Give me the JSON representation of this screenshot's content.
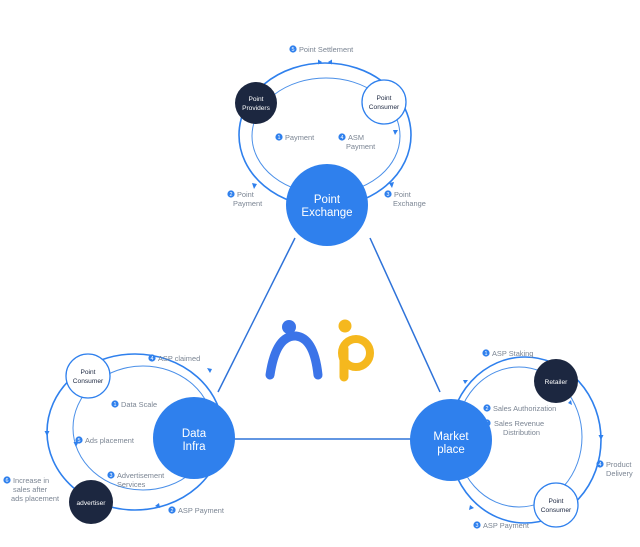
{
  "hubs": {
    "top": {
      "line1": "Point",
      "line2": "Exchange"
    },
    "left": {
      "line1": "Data",
      "line2": "Infra"
    },
    "right": {
      "line1": "Market",
      "line2": "place"
    }
  },
  "nodes": {
    "point_providers": {
      "line1": "Point",
      "line2": "Providers"
    },
    "point_consumer_top": {
      "line1": "Point",
      "line2": "Consumer"
    },
    "point_consumer_left": {
      "line1": "Point",
      "line2": "Consumer"
    },
    "advertiser": {
      "label": "advertiser"
    },
    "retailer": {
      "label": "Retailer"
    },
    "point_consumer_right": {
      "line1": "Point",
      "line2": "Consumer"
    }
  },
  "top_labels": {
    "settlement": {
      "num": "5",
      "text": "Point Settlement"
    },
    "payment": {
      "num": "1",
      "text": "Payment"
    },
    "asm_payment": {
      "num": "4",
      "line1": "ASM",
      "line2": "Payment"
    },
    "point_payment": {
      "num": "2",
      "line1": "Point",
      "line2": "Payment"
    },
    "point_exchange": {
      "num": "3",
      "line1": "Point",
      "line2": "Exchange"
    }
  },
  "left_labels": {
    "asp_claimed": {
      "num": "4",
      "text": "ASP claimed"
    },
    "data_scale": {
      "num": "1",
      "text": "Data Scale"
    },
    "ads_placement": {
      "num": "5",
      "text": "Ads placement"
    },
    "adv_services": {
      "num": "3",
      "line1": "Advertisement",
      "line2": "Services"
    },
    "asp_payment": {
      "num": "2",
      "text": "ASP Payment"
    },
    "increase": {
      "num": "6",
      "line1": "Increase in",
      "line2": "sales after",
      "line3": "ads placement"
    }
  },
  "right_labels": {
    "asp_staking": {
      "num": "1",
      "text": "ASP Staking"
    },
    "sales_auth": {
      "num": "2",
      "text": "Sales Authorization"
    },
    "sales_rev": {
      "num": "5",
      "line1": "Sales Revenue",
      "line2": "Distribution"
    },
    "product_delivery": {
      "num": "4",
      "line1": "Product",
      "line2": "Delivery"
    },
    "asp_payment": {
      "num": "3",
      "text": "ASP Payment"
    }
  },
  "colors": {
    "hub": "#2f80ed",
    "dark_node": "#1c2740",
    "logo_blue": "#3b74e8",
    "logo_yellow": "#f5b81e",
    "label_gray": "#7b8593"
  }
}
